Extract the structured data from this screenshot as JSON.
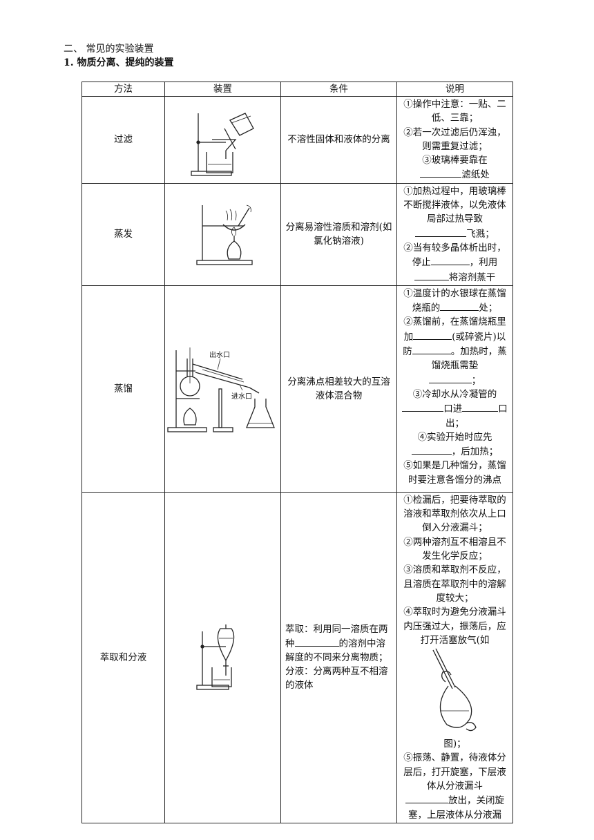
{
  "section": {
    "heading": "二、  常见的实验装置",
    "subheading": "1. 物质分离、提纯的装置"
  },
  "table": {
    "headers": [
      "方法",
      "装置",
      "条件",
      "说明"
    ],
    "rows": [
      {
        "method": "过滤",
        "condition": "不溶性固体和液体的分离",
        "notes": [
          "①操作中注意：一贴、二低、三靠；",
          "②若一次过滤后仍浑浊，则需重复过滤；",
          "③玻璃棒要靠在",
          "滤纸处"
        ]
      },
      {
        "method": "蒸发",
        "condition": "分离易溶性溶质和溶剂(如氯化钠溶液)",
        "notes": [
          "①加热过程中，用玻璃棒不断搅拌液体，以免液体局部过热导致",
          "飞溅；",
          "②当有较多晶体析出时，停止",
          "，利用",
          "将溶剂蒸干"
        ]
      },
      {
        "method": "蒸馏",
        "condition": "分离沸点相差较大的互溶液体混合物",
        "labels": {
          "outlet": "出水口",
          "inlet": "进水口"
        },
        "notes": [
          "①温度计的水银球在蒸馏烧瓶的",
          "处；",
          "②蒸馏前，在蒸馏烧瓶里加",
          "(或碎瓷片)以防",
          "。加热时，蒸馏烧瓶需垫",
          "；",
          "③冷却水从冷凝管的",
          "口进",
          "口出；",
          "④实验开始时应先",
          "，后加热；",
          "⑤如果是几种馏分，蒸馏时要注意各馏分的沸点"
        ]
      },
      {
        "method": "萃取和分液",
        "condition": [
          "萃取：利用同一溶质在两种",
          "的溶剂中溶解度的不同来分离物质；",
          "分液：分离两种互不相溶的液体"
        ],
        "notes": [
          "①检漏后，把要待萃取的溶液和萃取剂依次从上口倒入分液漏斗；",
          "②两种溶剂互不相溶且不发生化学反应；",
          "③溶质和萃取剂不反应，且溶质在萃取剂中的溶解度较大；",
          "④萃取时为避免分液漏斗内压强过大，振荡后，应打开活塞放气(如",
          "图)；",
          "⑤振荡、静置，待液体分层后，打开旋塞，下层液体从分液漏斗",
          "放出，关闭旋塞，上层液体从分液漏"
        ]
      }
    ]
  }
}
